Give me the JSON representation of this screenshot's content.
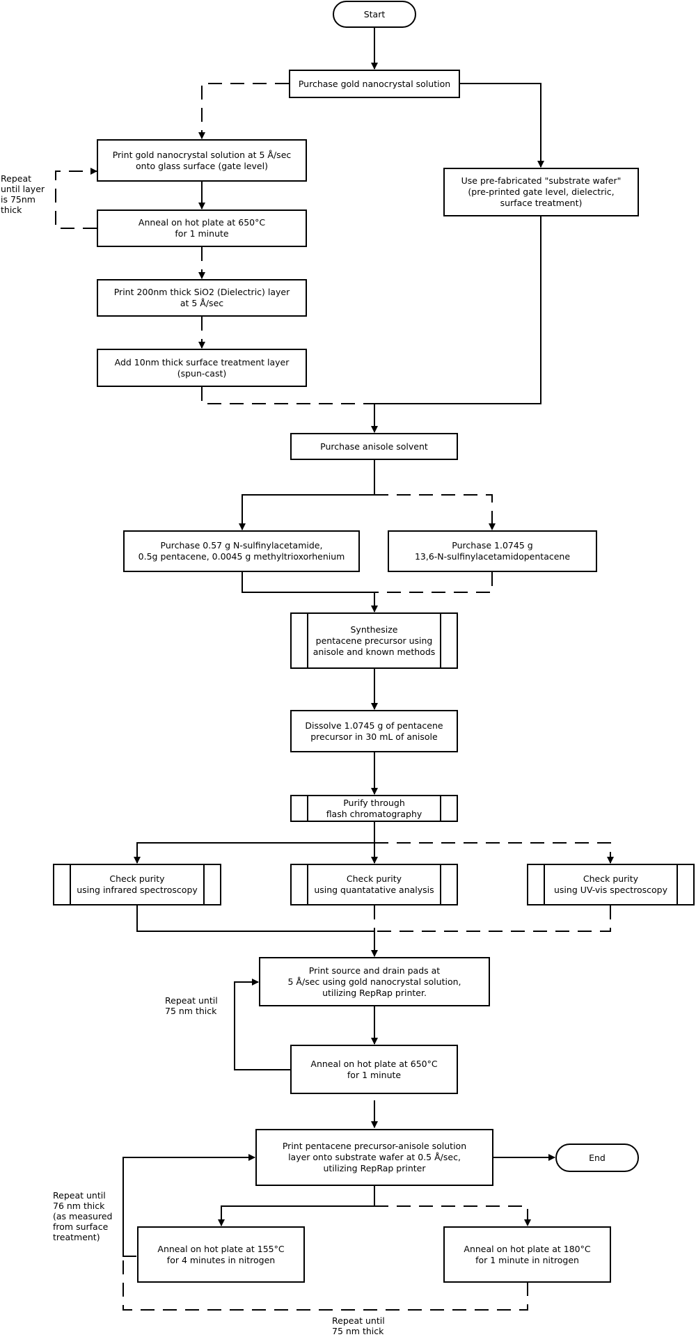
{
  "nodes": {
    "start": "Start",
    "buy_gold": "Purchase gold nanocrystal solution",
    "print_gate": "Print gold nanocrystal solution at 5 Å/sec\nonto glass surface (gate level)",
    "anneal_gate": "Anneal on hot plate at 650°C\nfor 1 minute",
    "print_sio2": "Print 200nm thick SiO2 (Dielectric) layer\nat 5 Å/sec",
    "surface_layer": "Add 10nm thick surface treatment layer\n(spun-cast)",
    "prefab_wafer": "Use pre-fabricated \"substrate wafer\"\n(pre-printed gate level, dielectric,\nsurface treatment)",
    "buy_anisole": "Purchase anisole solvent",
    "buy_reagents": "Purchase 0.57 g N-sulfinylacetamide,\n0.5g pentacene, 0.0045 g methyltrioxorhenium",
    "buy_precursor": "Purchase 1.0745 g\n13,6-N-sulfinylacetamidopentacene",
    "synthesize": "Synthesize\npentacene precursor using\nanisole and known methods",
    "dissolve": "Dissolve 1.0745 g of pentacene\nprecursor in 30 mL of anisole",
    "purify": "Purify through\nflash chromatography",
    "check_ir": "Check purity\nusing infrared spectroscopy",
    "check_quant": "Check purity\nusing quantatative analysis",
    "check_uv": "Check purity\nusing UV-vis spectroscopy",
    "print_pads": "Print source and drain pads at\n5 Å/sec using gold nanocrystal solution,\nutilizing RepRap printer.",
    "anneal_pads": "Anneal on hot plate at 650°C\nfor 1 minute",
    "print_pentacene": "Print pentacene precursor-anisole solution\nlayer onto substrate wafer at 0.5 Å/sec,\nutilizing RepRap printer",
    "end": "End",
    "anneal_155": "Anneal on hot plate at 155°C\nfor 4 minutes in nitrogen",
    "anneal_180": "Anneal on hot plate at 180°C\nfor 1 minute in nitrogen"
  },
  "notes": {
    "repeat_gate": "Repeat\nuntil layer\nis 75nm\nthick",
    "repeat_pads": "Repeat until\n75 nm thick",
    "repeat_pentacene": "Repeat until\n76 nm thick\n(as measured\nfrom surface\ntreatment)",
    "repeat_bottom": "Repeat until\n75 nm thick"
  }
}
